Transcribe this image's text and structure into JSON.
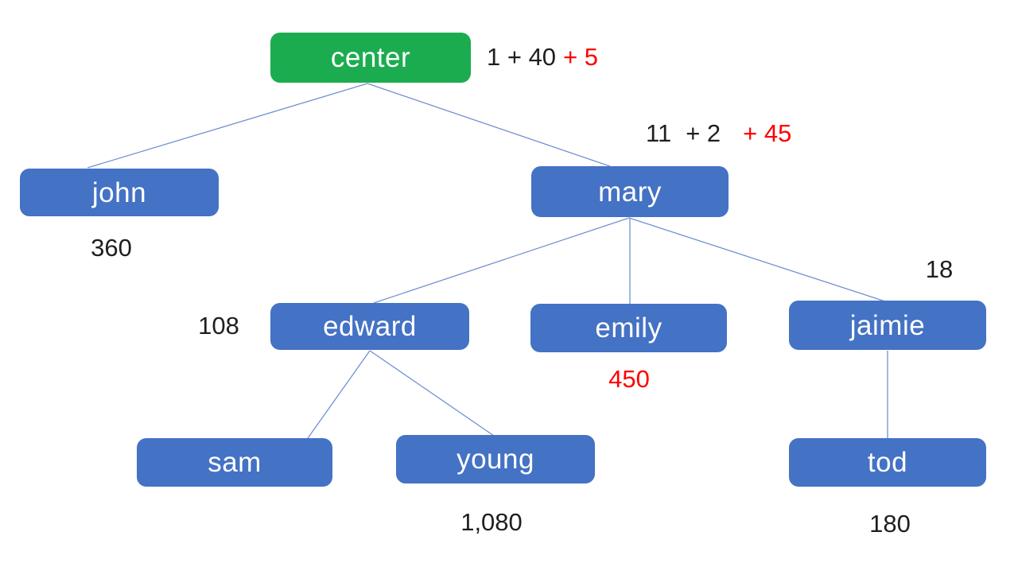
{
  "diagram": {
    "type": "tree",
    "colors": {
      "node_blue": "#4472C4",
      "node_green": "#1CAC50",
      "connector_blue": "#7091D2",
      "annotation_black": "#1F1F1F",
      "annotation_red": "#FF0000",
      "node_text": "#FFFFFF"
    },
    "nodes": {
      "center": {
        "label": "center"
      },
      "john": {
        "label": "john"
      },
      "mary": {
        "label": "mary"
      },
      "edward": {
        "label": "edward"
      },
      "emily": {
        "label": "emily"
      },
      "jaimie": {
        "label": "jaimie"
      },
      "sam": {
        "label": "sam"
      },
      "young": {
        "label": "young"
      },
      "tod": {
        "label": "tod"
      }
    },
    "edges": [
      [
        "center",
        "john"
      ],
      [
        "center",
        "mary"
      ],
      [
        "mary",
        "edward"
      ],
      [
        "mary",
        "emily"
      ],
      [
        "mary",
        "jaimie"
      ],
      [
        "edward",
        "sam"
      ],
      [
        "edward",
        "young"
      ],
      [
        "jaimie",
        "tod"
      ]
    ],
    "annotations": {
      "center_calc": {
        "black": "1 + 40",
        "red": "+ 5"
      },
      "mary_calc": {
        "black1": "11",
        "black2": "+ 2",
        "red": "+ 45"
      },
      "john_value": "360",
      "edward_value": "108",
      "emily_value": "450",
      "jaimie_value": "18",
      "young_value": "1,080",
      "tod_value": "180"
    }
  }
}
